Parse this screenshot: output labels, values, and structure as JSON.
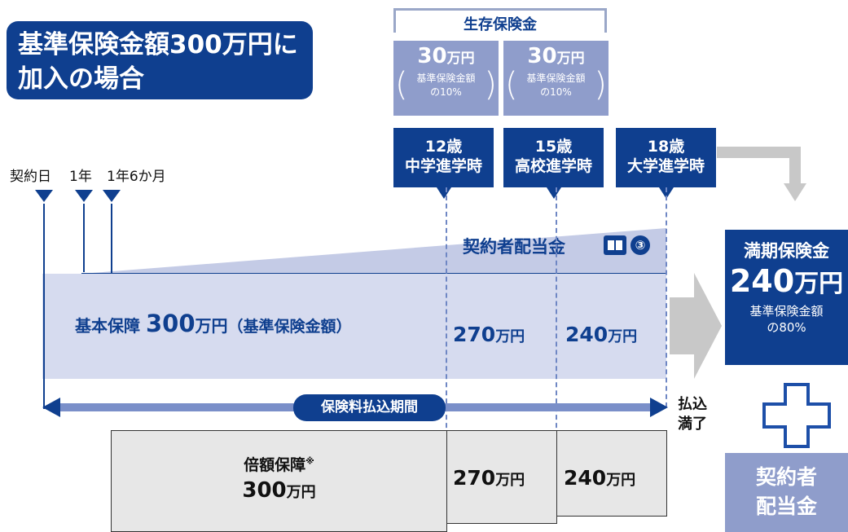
{
  "title": {
    "line1": "基準保険金額300万円に",
    "line2": "加入の場合"
  },
  "survival_benefit": {
    "label": "生存保険金",
    "items": [
      {
        "amount": "30",
        "unit": "万円",
        "sub1": "基準保険金額",
        "sub2": "の10%"
      },
      {
        "amount": "30",
        "unit": "万円",
        "sub1": "基準保険金額",
        "sub2": "の10%"
      }
    ]
  },
  "ages": [
    {
      "age": "12歳",
      "event": "中学進学時"
    },
    {
      "age": "15歳",
      "event": "高校進学時"
    },
    {
      "age": "18歳",
      "event": "大学進学時"
    }
  ],
  "timeline": {
    "contract_day": "契約日",
    "one_year": "1年",
    "one_year_six_months": "1年6か月"
  },
  "dividend": {
    "label": "契約者配当金",
    "circle_number": "③"
  },
  "basic_coverage": {
    "label": "基本保障",
    "amount": "300",
    "unit": "万円",
    "note": "（基準保険金額）",
    "step2_amount": "270",
    "step3_amount": "240"
  },
  "payment_period": {
    "label": "保険料払込期間",
    "end_line1": "払込",
    "end_line2": "満了"
  },
  "double_coverage": {
    "label": "倍額保障",
    "mark": "※",
    "amount": "300",
    "unit": "万円",
    "step2_amount": "270",
    "step3_amount": "240"
  },
  "maturity": {
    "label": "満期保険金",
    "amount": "240",
    "unit": "万円",
    "sub1": "基準保険金額",
    "sub2": "の80%"
  },
  "policyholder_dividend_box": {
    "line1": "契約者",
    "line2": "配当金"
  },
  "colors": {
    "navy": "#0f3f8f",
    "light_blue": "#d6dbef",
    "survival_box": "#8f9dcb",
    "gray_arrow": "#c8c8c8",
    "double_band": "#e7e7e7"
  }
}
